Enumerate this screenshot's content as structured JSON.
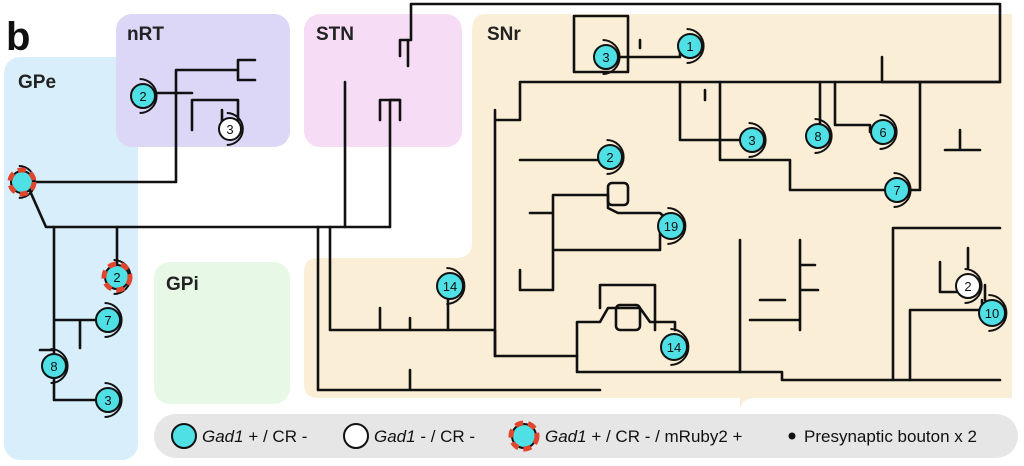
{
  "panel_letter": "b",
  "colors": {
    "gpe": "#d8eefb",
    "nrt": "#dcd6f7",
    "stn": "#f6dcf5",
    "gpi": "#e8f8e6",
    "snr": "#fbeed6",
    "legend_bg": "#e6e6e6",
    "cell_positive": "#4fe0e6",
    "cell_negative": "#ffffff",
    "mruby": "#e0452e"
  },
  "regions": [
    {
      "id": "gpe",
      "label": "GPe"
    },
    {
      "id": "nrt",
      "label": "nRT"
    },
    {
      "id": "stn",
      "label": "STN"
    },
    {
      "id": "gpi",
      "label": "GPi"
    },
    {
      "id": "snr",
      "label": "SNr"
    }
  ],
  "cells": [
    {
      "id": "gpe-soma",
      "label": "",
      "type": "mruby"
    },
    {
      "id": "gpe-2",
      "label": "2",
      "type": "mruby"
    },
    {
      "id": "gpe-7",
      "label": "7",
      "type": "positive"
    },
    {
      "id": "gpe-8",
      "label": "8",
      "type": "positive"
    },
    {
      "id": "gpe-3",
      "label": "3",
      "type": "positive"
    },
    {
      "id": "nrt-2",
      "label": "2",
      "type": "positive"
    },
    {
      "id": "nrt-3",
      "label": "3",
      "type": "negative"
    },
    {
      "id": "snr-3a",
      "label": "3",
      "type": "positive"
    },
    {
      "id": "snr-1",
      "label": "1",
      "type": "positive"
    },
    {
      "id": "snr-3b",
      "label": "3",
      "type": "positive"
    },
    {
      "id": "snr-8",
      "label": "8",
      "type": "positive"
    },
    {
      "id": "snr-6",
      "label": "6",
      "type": "positive"
    },
    {
      "id": "snr-2a",
      "label": "2",
      "type": "positive"
    },
    {
      "id": "snr-7",
      "label": "7",
      "type": "positive"
    },
    {
      "id": "snr-19",
      "label": "19",
      "type": "positive"
    },
    {
      "id": "snr-14a",
      "label": "14",
      "type": "positive"
    },
    {
      "id": "snr-14b",
      "label": "14",
      "type": "positive"
    },
    {
      "id": "snr-2b",
      "label": "2",
      "type": "negative"
    },
    {
      "id": "snr-10",
      "label": "10",
      "type": "positive"
    }
  ],
  "legend": {
    "positive_gene": "Gad1",
    "positive_rest": " + / CR -",
    "negative_gene": "Gad1",
    "negative_rest": " - / CR -",
    "mruby_gene": "Gad1",
    "mruby_rest": " + / CR - / mRuby2 +",
    "bouton_text": "Presynaptic bouton x 2"
  }
}
